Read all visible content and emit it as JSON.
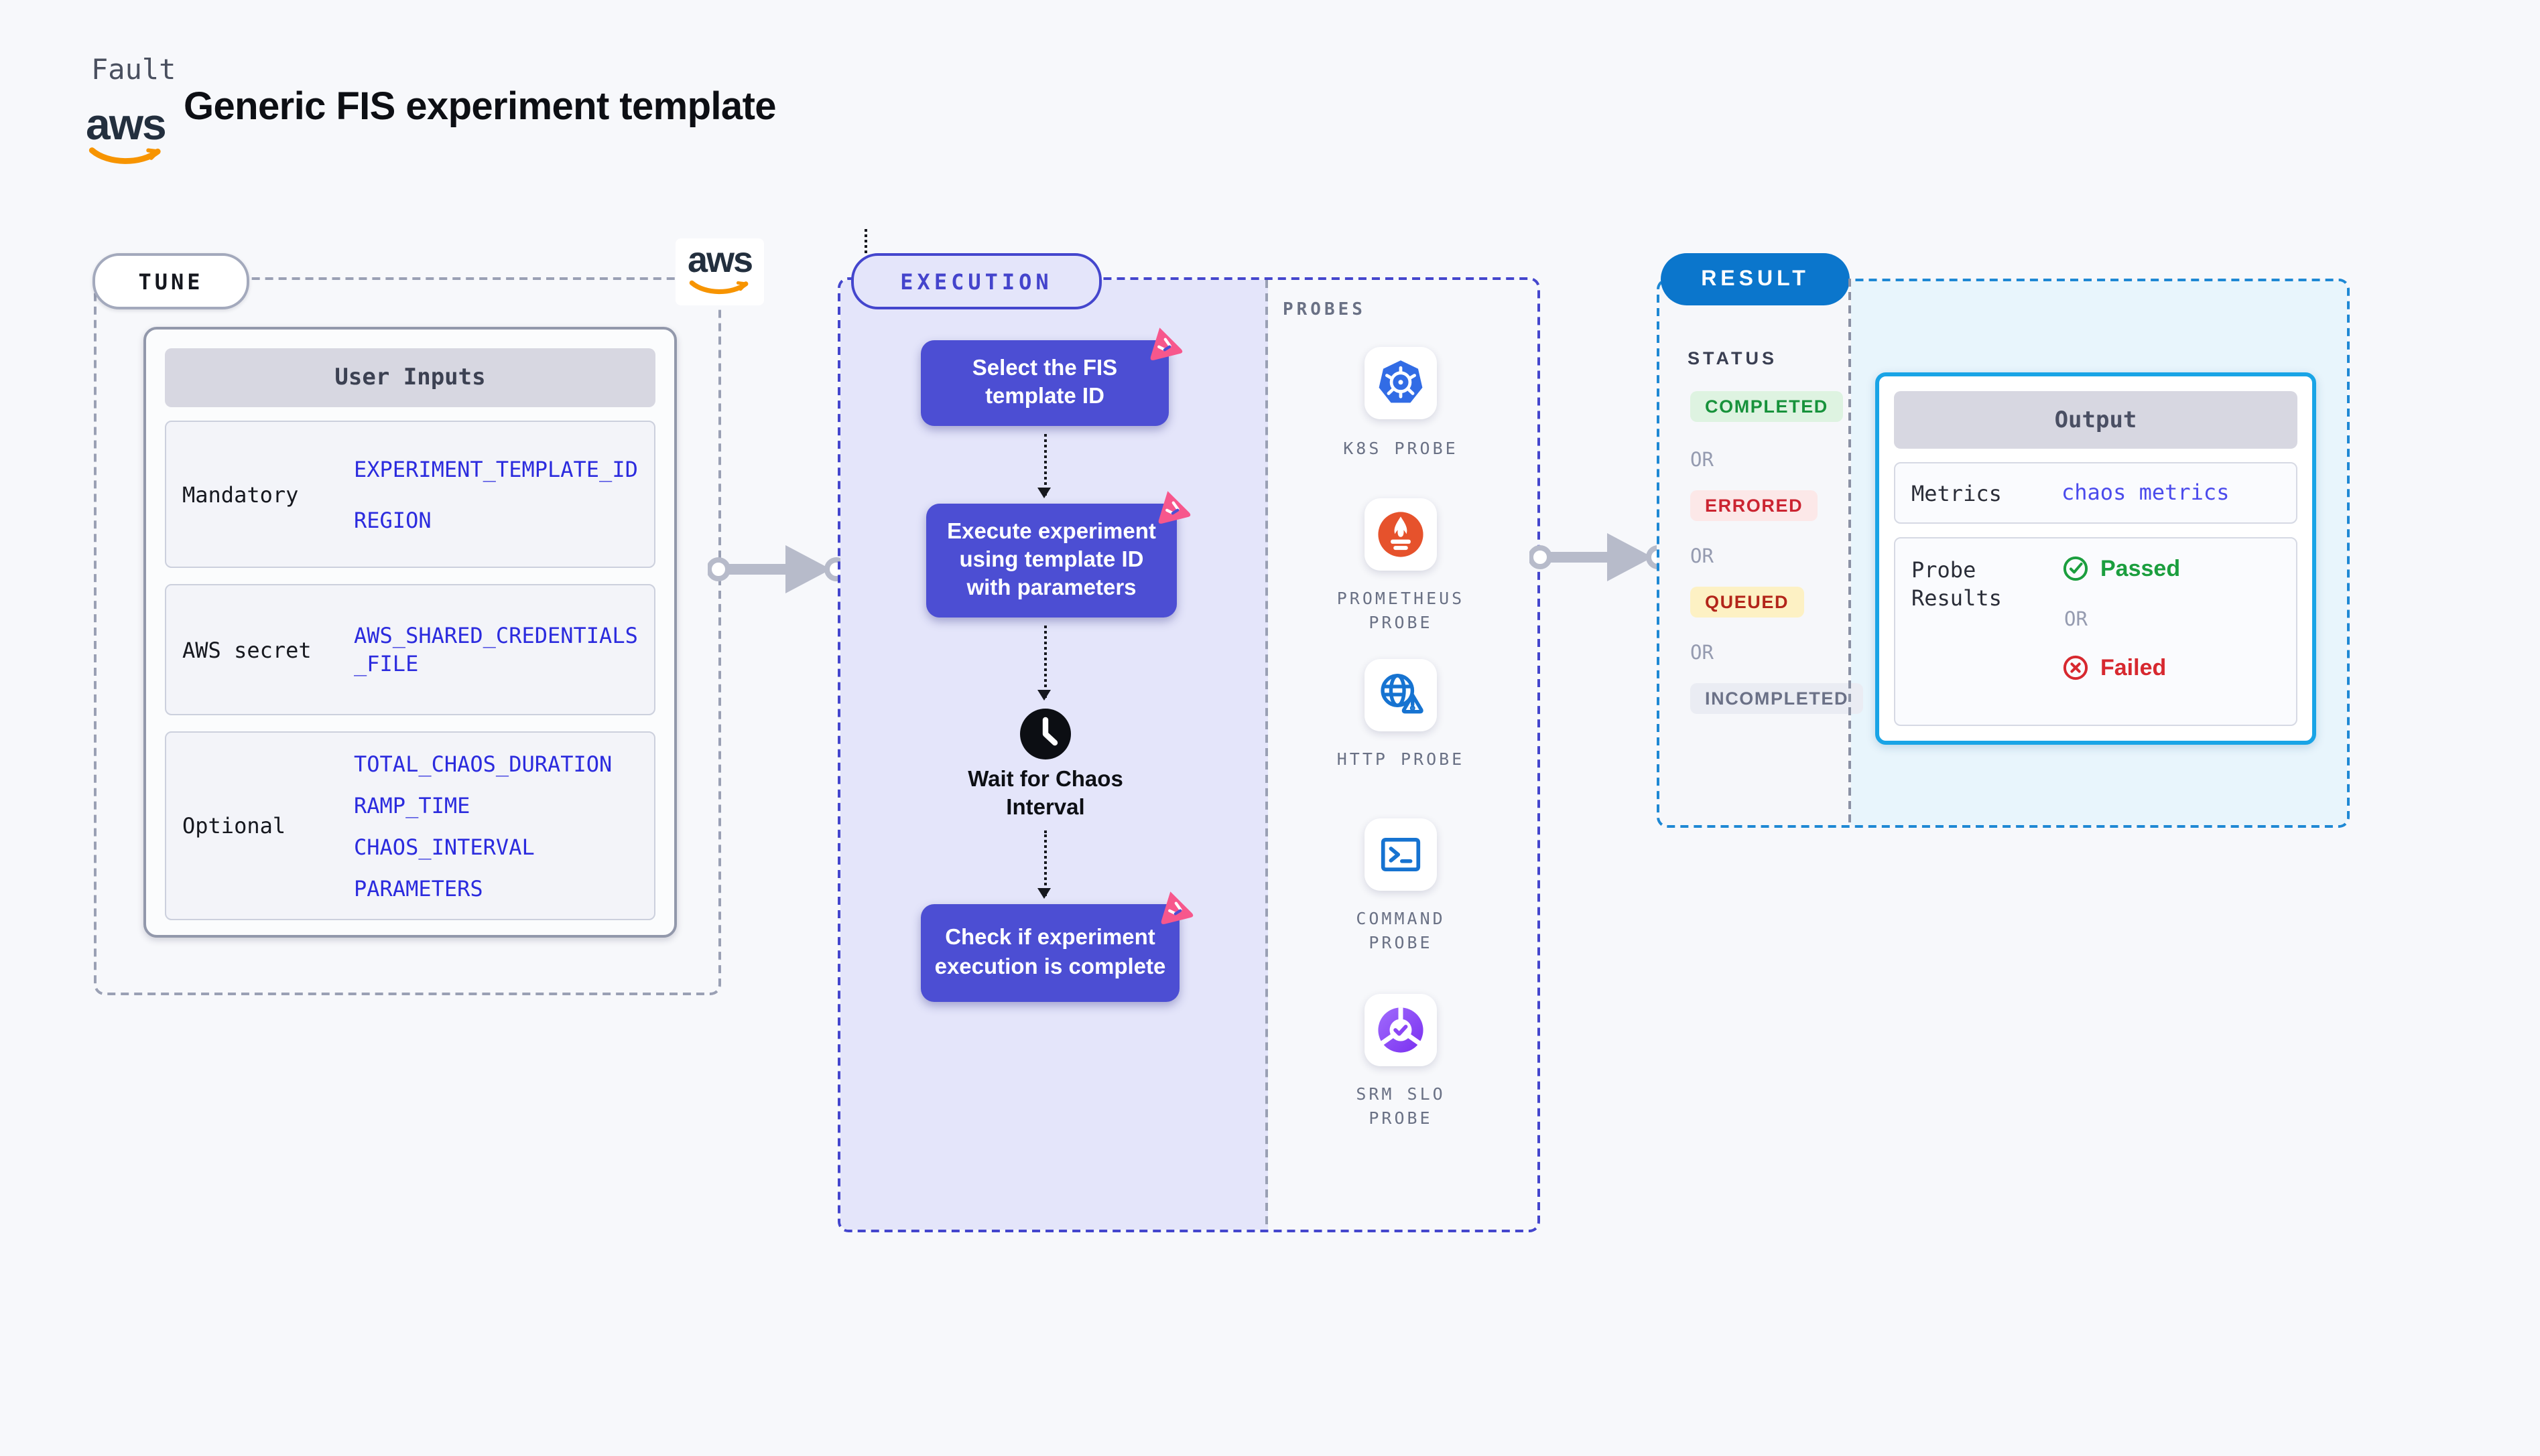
{
  "header": {
    "eyebrow": "Fault",
    "title": "Generic FIS experiment template",
    "aws_logo_text": "aws"
  },
  "tune": {
    "badge": "TUNE",
    "aws_logo_text": "aws",
    "user_inputs": {
      "title": "User Inputs",
      "rows": [
        {
          "label": "Mandatory",
          "values": [
            "EXPERIMENT_TEMPLATE_ID",
            "REGION"
          ]
        },
        {
          "label": "AWS secret",
          "values": [
            "AWS_SHARED_CREDENTIALS_FILE"
          ]
        },
        {
          "label": "Optional",
          "values": [
            "TOTAL_CHAOS_DURATION",
            "RAMP_TIME",
            "CHAOS_INTERVAL",
            "PARAMETERS"
          ]
        }
      ]
    }
  },
  "execution": {
    "badge": "EXECUTION",
    "node1": "Select the FIS template ID",
    "node2": "Execute experiment using template ID with parameters",
    "wait_label": "Wait for Chaos Interval",
    "node3": "Check if experiment execution is complete",
    "probes": {
      "title": "PROBES",
      "items": [
        {
          "label": "K8S PROBE",
          "icon": "kubernetes-icon"
        },
        {
          "label": "PROMETHEUS PROBE",
          "icon": "prometheus-icon"
        },
        {
          "label": "HTTP PROBE",
          "icon": "globe-warning-icon"
        },
        {
          "label": "COMMAND PROBE",
          "icon": "terminal-icon"
        },
        {
          "label": "SRM SLO PROBE",
          "icon": "slo-donut-check-icon"
        }
      ]
    }
  },
  "result": {
    "badge": "RESULT",
    "status": {
      "title": "STATUS",
      "separator": "OR",
      "options": [
        {
          "label": "COMPLETED",
          "text_color": "#17923b",
          "bg_color": "#def3e1"
        },
        {
          "label": "ERRORED",
          "text_color": "#cb2431",
          "bg_color": "#fce8e8"
        },
        {
          "label": "QUEUED",
          "text_color": "#b3251a",
          "bg_color": "#fdf1c4"
        },
        {
          "label": "INCOMPLETED",
          "text_color": "#6b7187",
          "bg_color": "#eaecf3"
        }
      ]
    },
    "output": {
      "title": "Output",
      "metrics_label": "Metrics",
      "metrics_value": "chaos metrics",
      "probe_results_label": "Probe Results",
      "separator": "OR",
      "passed": "Passed",
      "failed": "Failed"
    }
  },
  "colors": {
    "page_background": "#f7f8fb",
    "node_fill": "#4c4ed3",
    "execution_accent": "#4446cd",
    "execution_panel": "#e4e5fa",
    "result_accent": "#1e88d4",
    "result_panel": "#e8f5fc",
    "result_badge_fill": "#0b76cc",
    "output_border": "#19a4e6",
    "value_blue": "#2b2bde",
    "metrics_blue": "#4b4bec",
    "passed_green": "#1b9e3e",
    "failed_red": "#d7282f",
    "queued_yellow": "#fdf1c4",
    "connector_gray": "#b7bbca",
    "chaos_pink": "#f7578c",
    "aws_orange": "#f79400"
  }
}
